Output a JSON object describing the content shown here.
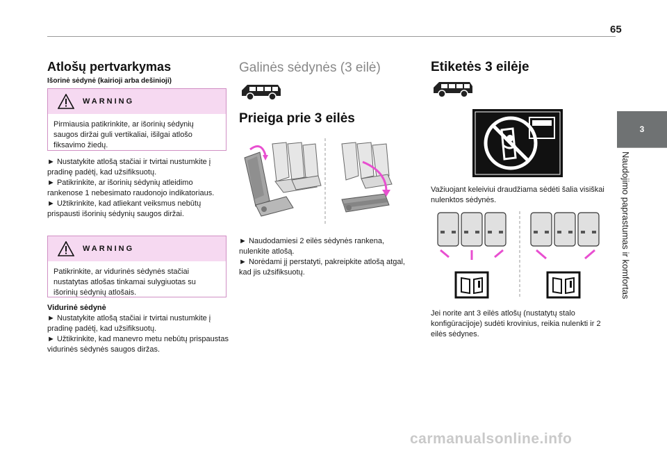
{
  "page": {
    "number": "65",
    "side_tab_number": "3",
    "side_title": "Naudojimo paprastumas ir komfortas"
  },
  "col1": {
    "heading": "Atlošų pertvarkymas",
    "subheading": "Išorinė sėdynė (kairioji arba dešinioji)",
    "warning1": {
      "label": "WARNING",
      "text": "Pirmiausia patikrinkite, ar išorinių sėdynių saugos diržai guli vertikaliai, išilgai atlošo fiksavimo žiedų."
    },
    "steps1": [
      "► Nustatykite atlošą stačiai ir tvirtai nustumkite į pradinę padėtį, kad užsifiksuotų.",
      "► Patikrinkite, ar išorinių sėdynių atleidimo rankenose 1 nebesimato raudonojo indikatoriaus.",
      "► Užtikrinkite, kad atliekant veiksmus nebūtų prispausti išorinių sėdynių saugos diržai."
    ],
    "warning2": {
      "label": "WARNING",
      "text": "Patikrinkite, ar vidurinės sėdynės stačiai nustatytas atlošas tinkamai sulygiuotas su išorinių sėdynių atlošais."
    },
    "middle_seat_title": "Vidurinė sėdynė",
    "steps2": [
      "► Nustatykite atlošą stačiai ir tvirtai nustumkite į pradinę padėtį, kad užsifiksuotų.",
      "► Užtikrinkite, kad manevro metu nebūtų prispaustas vidurinės sėdynės saugos diržas."
    ]
  },
  "col2": {
    "heading": "Galinės sėdynės (3 eilė)",
    "subheading": "Prieiga prie 3 eilės",
    "steps": [
      "► Naudodamiesi 2 eilės sėdynės rankena, nulenkite atlošą.",
      "► Norėdami jį perstatyti, pakreipkite atlošą atgal, kad jis užsifiksuotų."
    ]
  },
  "col3": {
    "heading": "Etiketės 3 eilėje",
    "text1": "Važiuojant keleiviui draudžiama sėdėti šalia visiškai nulenktos sėdynės.",
    "text2": "Jei norite ant 3 eilės atlošų (nustatytų stalo konfigūracijoje) sudėti krovinius, reikia nulenkti ir 2 eilės sėdynes."
  },
  "watermark": "carmanualsonline.info",
  "colors": {
    "warning_border": "#d08fc4",
    "warning_bg": "#f6d9f1",
    "arrow": "#e84fd0",
    "tab": "#6f7273"
  }
}
